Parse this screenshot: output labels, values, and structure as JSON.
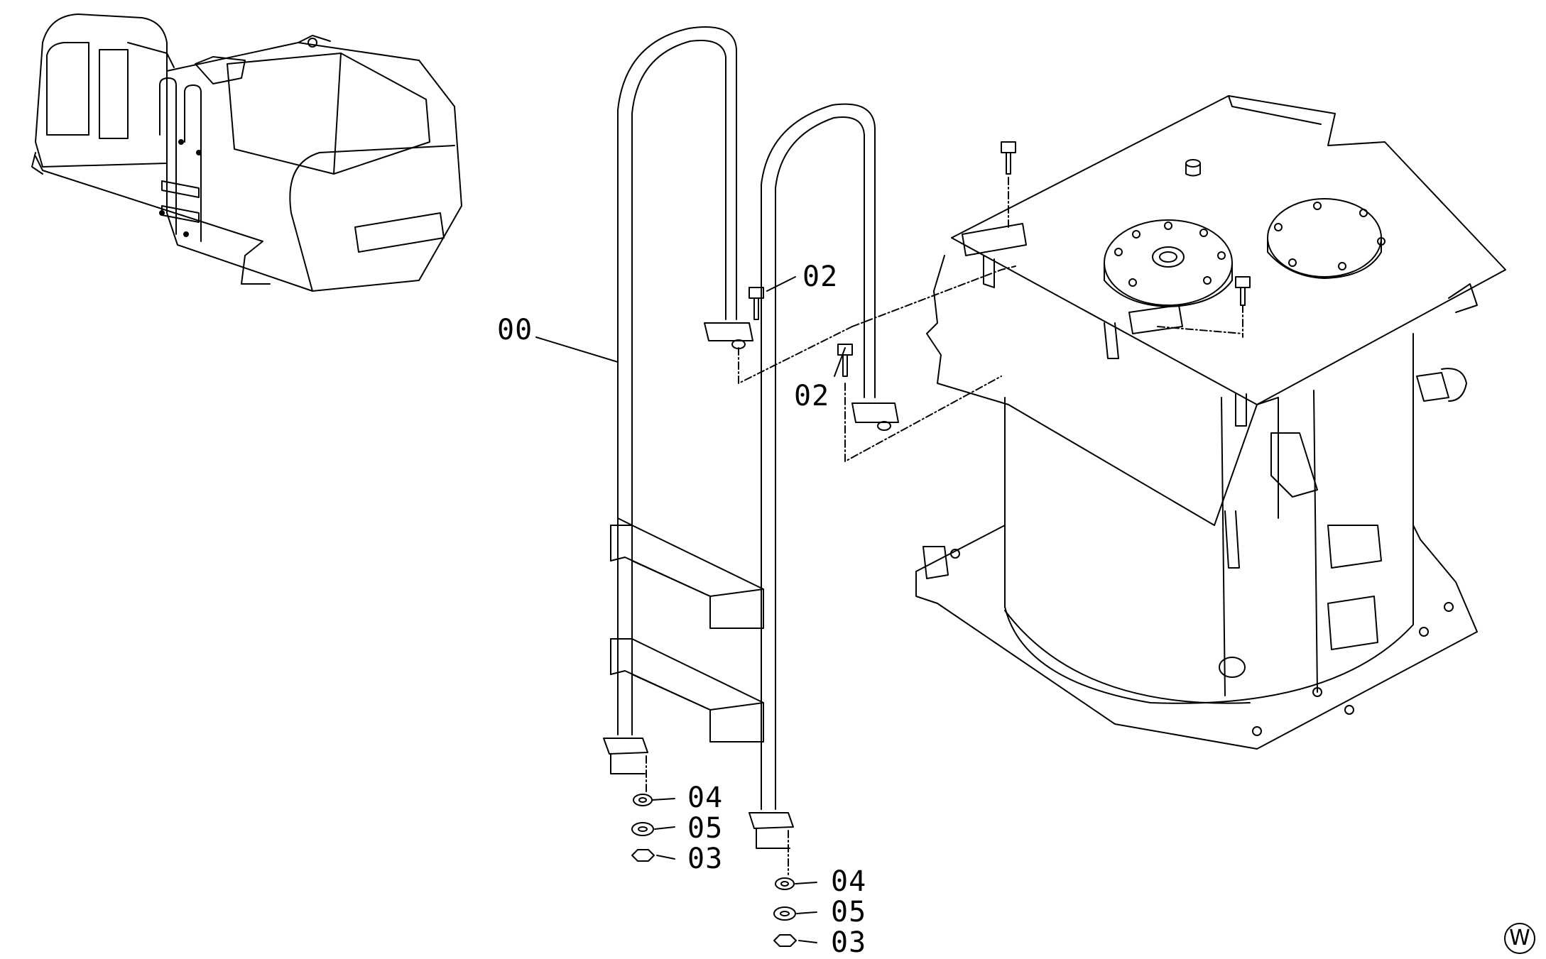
{
  "callouts": {
    "c00": "00",
    "c02a": "02",
    "c02b": "02",
    "c04a": "04",
    "c05a": "05",
    "c03a": "03",
    "c04b": "04",
    "c05b": "05",
    "c03b": "03"
  },
  "corner_mark": "W",
  "colors": {
    "line": "#000000",
    "background": "#ffffff"
  }
}
